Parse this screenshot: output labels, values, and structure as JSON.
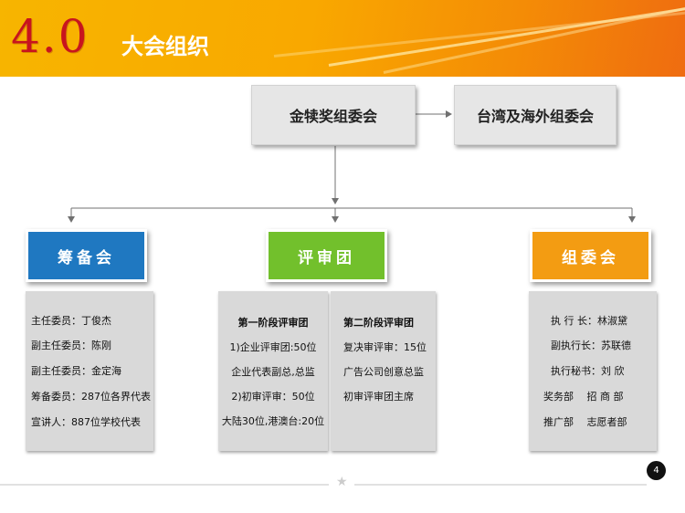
{
  "header": {
    "number": "4.0",
    "title": "大会组织"
  },
  "top": {
    "main": "金犊奖组委会",
    "overseas": "台湾及海外组委会"
  },
  "sections": {
    "prep": {
      "title": "筹备会",
      "color": "#1f78c1",
      "rows": [
        "主任委员：丁俊杰",
        "副主任委员：陈刚",
        "副主任委员：金定海",
        "筹备委员：287位各界代表",
        "宣讲人：887位学校代表"
      ]
    },
    "jury": {
      "title": "评审团",
      "color": "#72c02c",
      "stage1": {
        "title": "第一阶段评审团",
        "rows": [
          "1)企业评审团:50位",
          "企业代表副总,总监",
          "2)初审评审：50位",
          "大陆30位,港澳台:20位"
        ]
      },
      "stage2": {
        "title": "第二阶段评审团",
        "rows": [
          "复决审评审：15位",
          "广告公司创意总监",
          "初审评审团主席"
        ]
      }
    },
    "committee": {
      "title": "组委会",
      "color": "#f39c12",
      "rows": [
        "执 行 长：林淑黛",
        "副执行长：苏联德",
        "执行秘书：刘 欣",
        "奖务部　 招 商 部",
        "推广部　 志愿者部"
      ]
    }
  },
  "footer": {
    "page": "4"
  }
}
